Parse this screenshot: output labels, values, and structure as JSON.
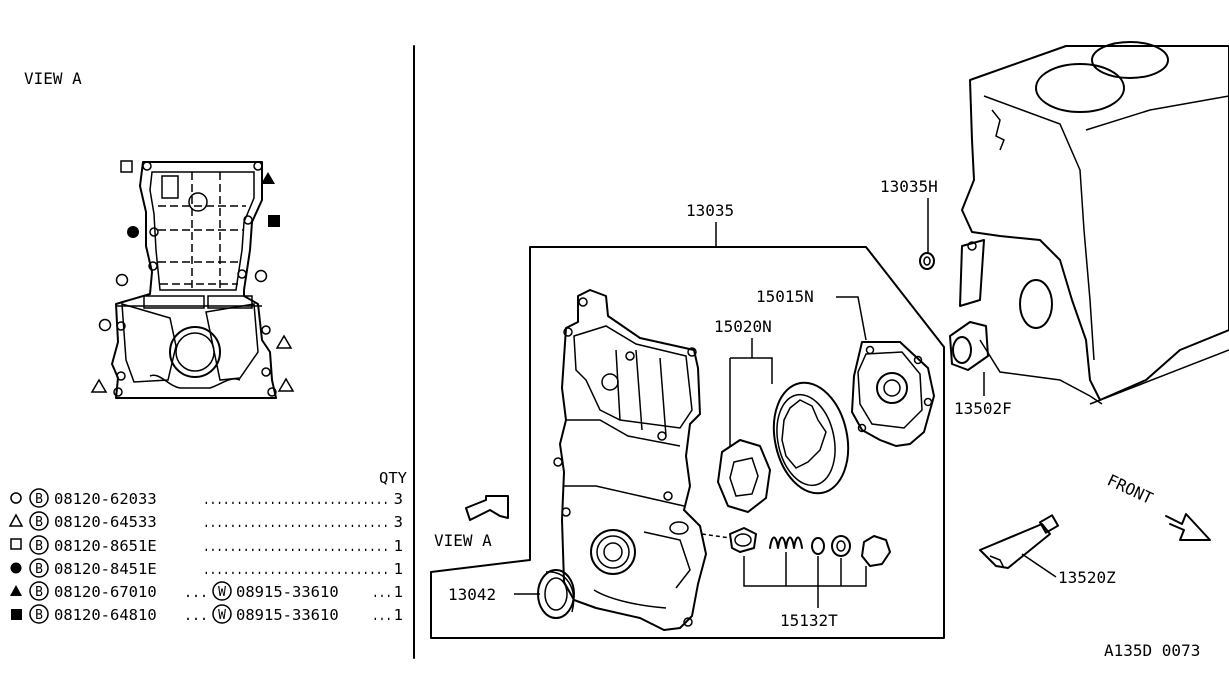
{
  "view_a_label": "VIEW A",
  "qty_header": "QTY",
  "legend": [
    {
      "symbol": "circle-open",
      "bolt": "B",
      "part": "08120-62033",
      "dots": "............................",
      "washer": "",
      "washer_part": "",
      "qty": "3"
    },
    {
      "symbol": "triangle-open",
      "bolt": "B",
      "part": "08120-64533",
      "dots": "............................",
      "washer": "",
      "washer_part": "",
      "qty": "3"
    },
    {
      "symbol": "square-open",
      "bolt": "B",
      "part": "08120-8651E",
      "dots": "............................",
      "washer": "",
      "washer_part": "",
      "qty": "1"
    },
    {
      "symbol": "circle-filled",
      "bolt": "B",
      "part": "08120-8451E",
      "dots": "............................",
      "washer": "",
      "washer_part": "",
      "qty": "1"
    },
    {
      "symbol": "triangle-filled",
      "bolt": "B",
      "part": "08120-67010",
      "dots": "...",
      "washer": "W",
      "washer_part": "08915-33610",
      "dots2": "...",
      "qty": "1"
    },
    {
      "symbol": "square-filled",
      "bolt": "B",
      "part": "08120-64810",
      "dots": "...",
      "washer": "W",
      "washer_part": "08915-33610",
      "dots2": "...",
      "qty": "1"
    }
  ],
  "callouts": {
    "p13035": "13035",
    "p13035H": "13035H",
    "p15015N": "15015N",
    "p15020N": "15020N",
    "p13502F": "13502F",
    "p13042": "13042",
    "p15132T": "15132T",
    "p13520Z": "13520Z",
    "view_a_arrow": "VIEW A",
    "front": "FRONT"
  },
  "diagram_code": "A135D 0073"
}
